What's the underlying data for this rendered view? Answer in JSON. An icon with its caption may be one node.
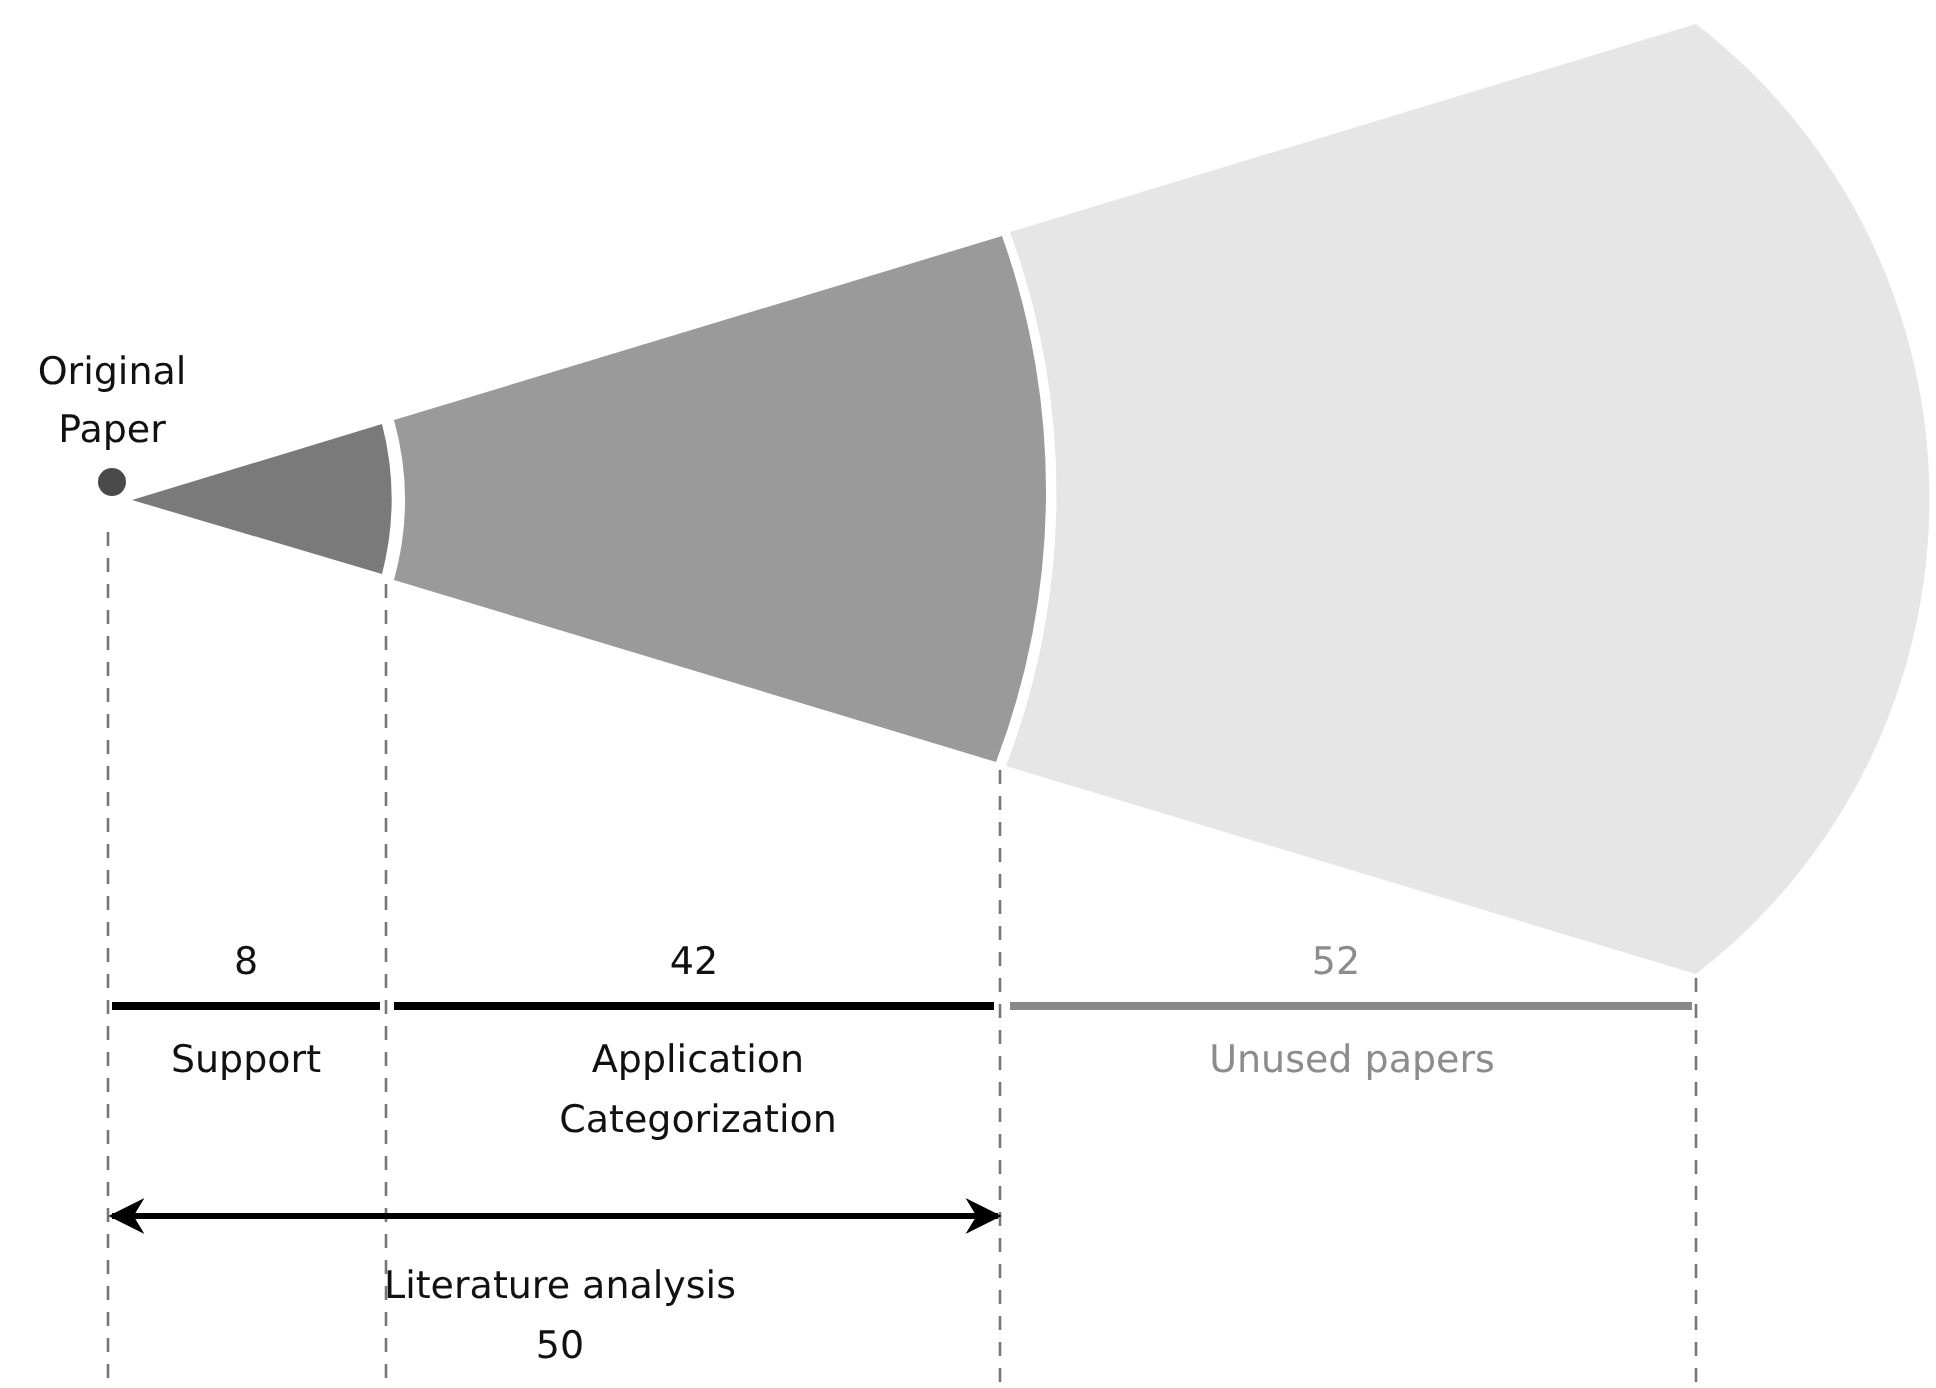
{
  "diagram": {
    "nodes": [
      {
        "text": [
          "Original Paper"
        ]
      }
    ],
    "labels": [
      "8",
      "42",
      "52",
      "Support",
      "Application Categorization",
      "Unused papers",
      "Literature analysis",
      "50"
    ]
  }
}
